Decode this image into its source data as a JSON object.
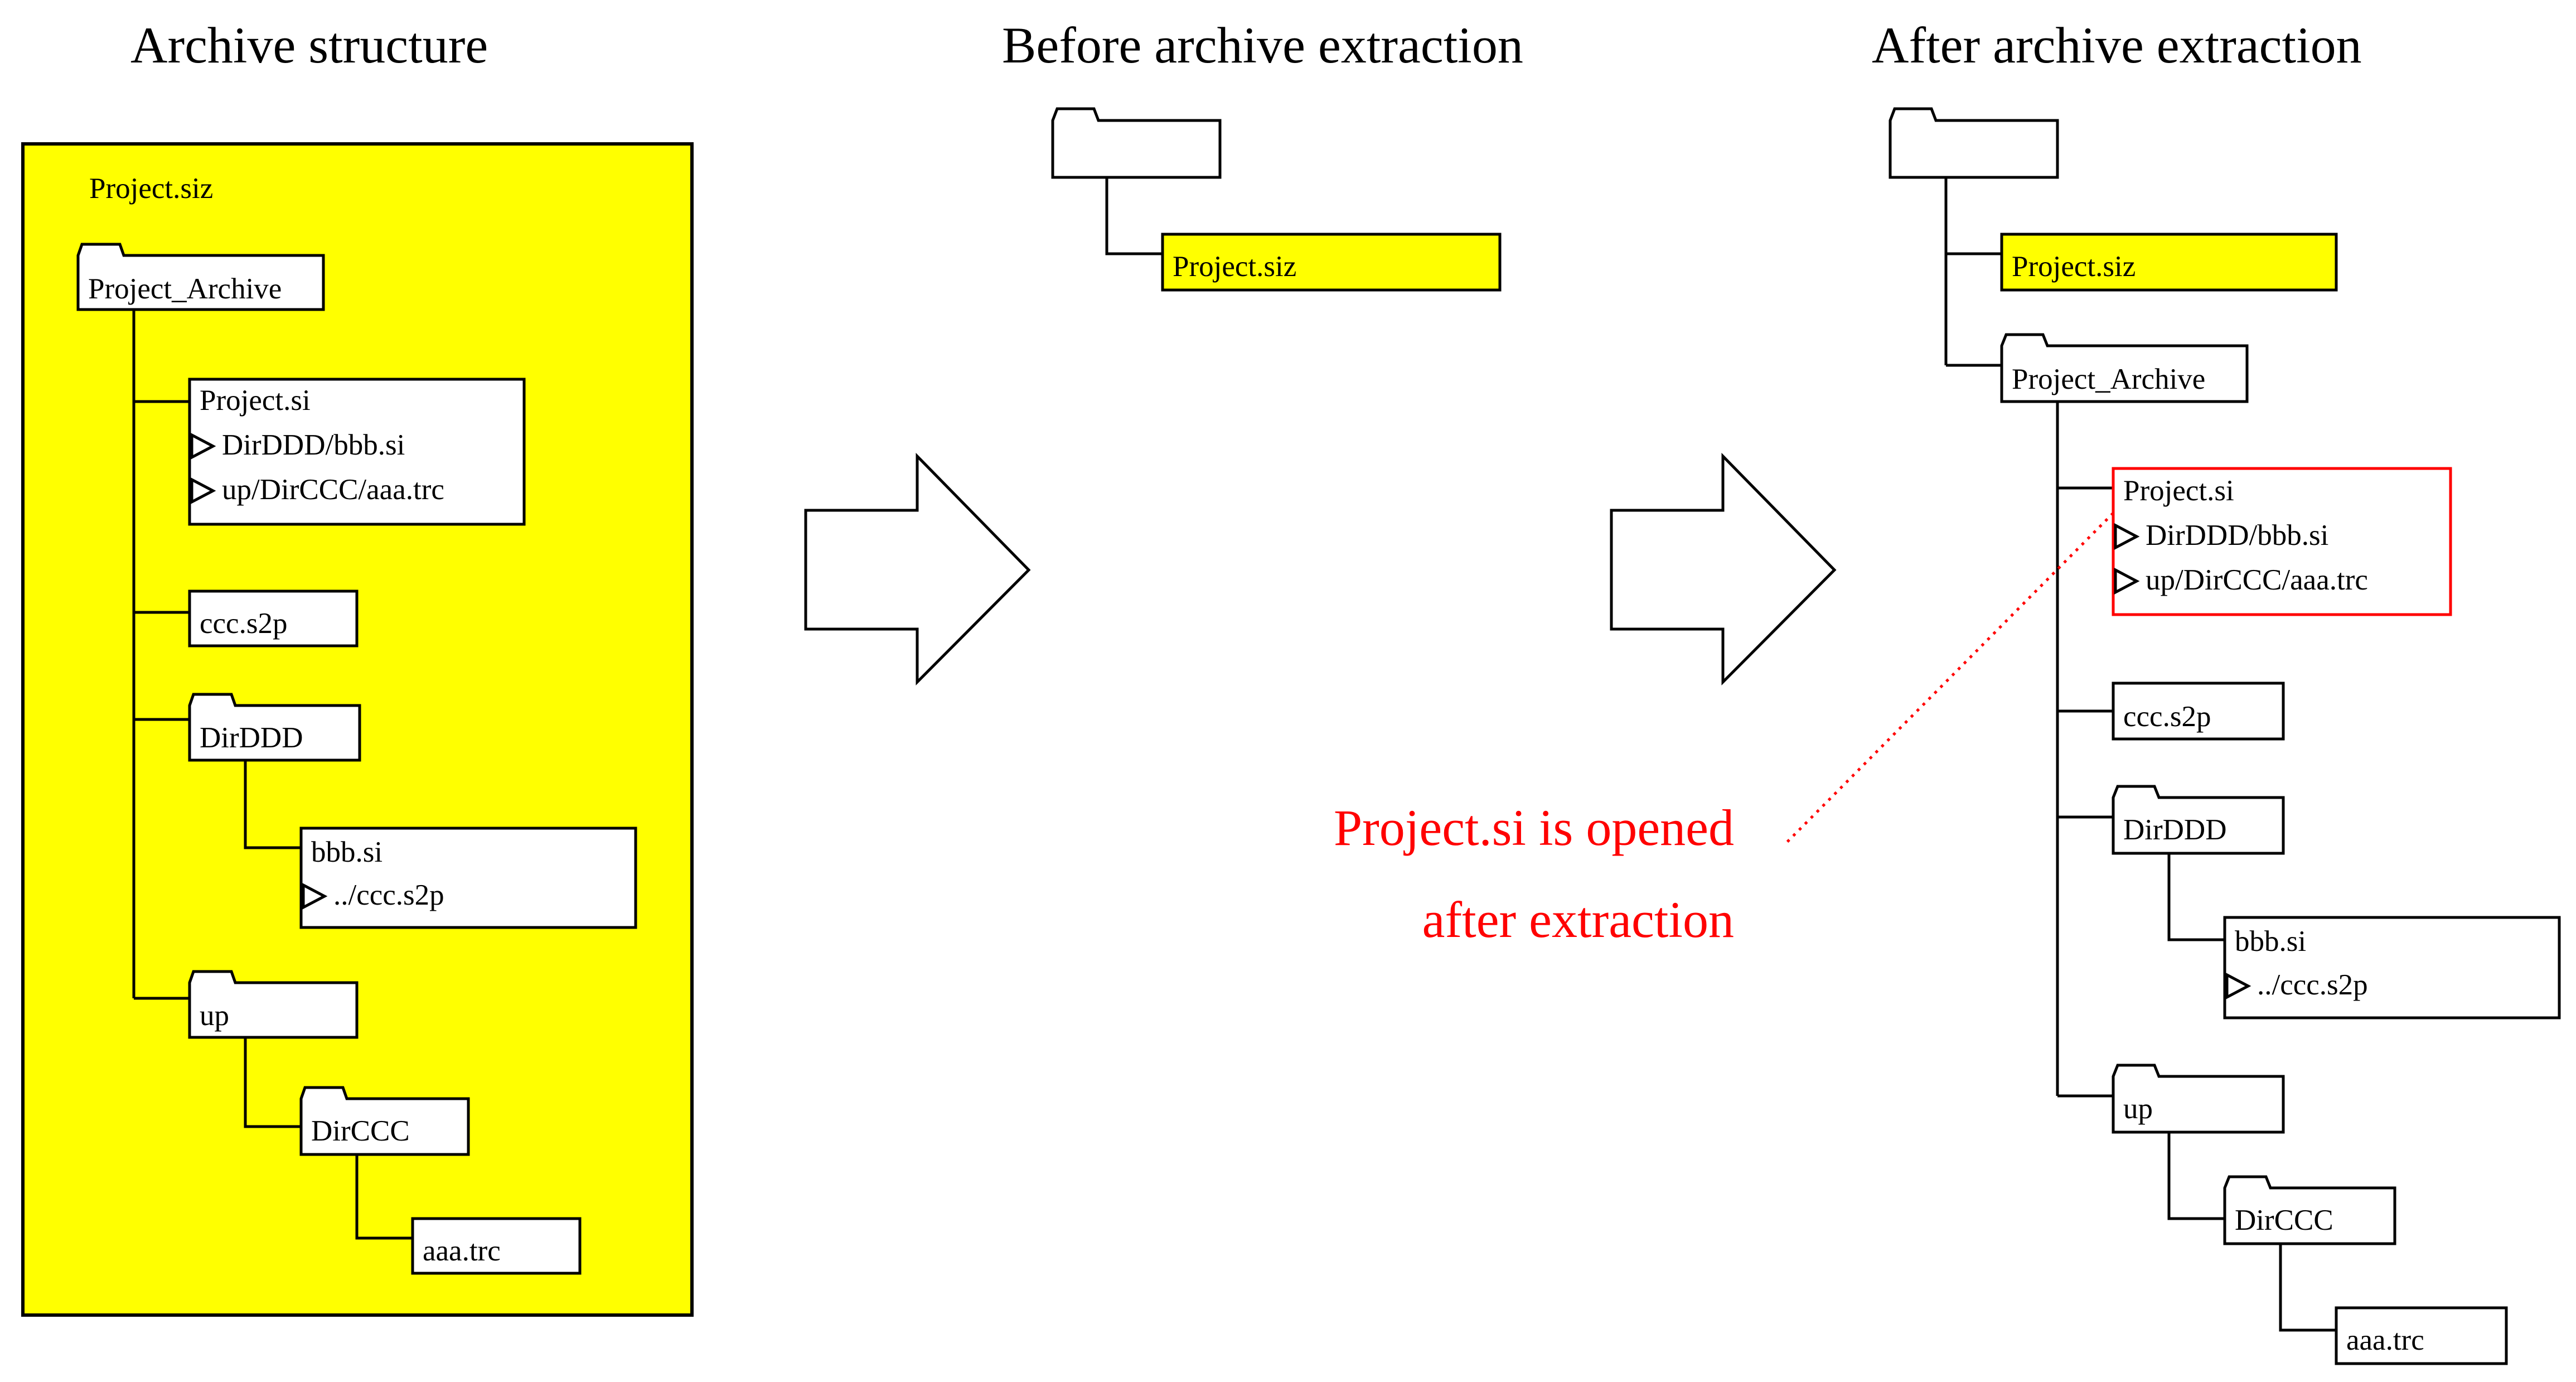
{
  "titles": {
    "archive_structure": "Archive structure",
    "before": "Before archive extraction",
    "after": "After archive extraction"
  },
  "annotation": {
    "line1": "Project.si is opened",
    "line2": "after extraction"
  },
  "colors": {
    "archive_fill": "#ffff00",
    "highlight": "#ff0000",
    "node_fill": "#ffffff",
    "outline": "#000000"
  },
  "archive_panel": {
    "archive_file": "Project.siz",
    "root_folder": "Project_Archive",
    "project_file": {
      "name": "Project.si",
      "refs": [
        "DirDDD/bbb.si",
        "up/DirCCC/aaa.trc"
      ]
    },
    "s2p_file": "ccc.s2p",
    "dir_ddd": "DirDDD",
    "bbb_file": {
      "name": "bbb.si",
      "refs": [
        "../ccc.s2p"
      ]
    },
    "up_folder": "up",
    "dir_ccc": "DirCCC",
    "trc_file": "aaa.trc"
  },
  "before_panel": {
    "archive_file": "Project.siz"
  },
  "after_panel": {
    "archive_file": "Project.siz",
    "root_folder": "Project_Archive",
    "project_file": {
      "name": "Project.si",
      "refs": [
        "DirDDD/bbb.si",
        "up/DirCCC/aaa.trc"
      ]
    },
    "s2p_file": "ccc.s2p",
    "dir_ddd": "DirDDD",
    "bbb_file": {
      "name": "bbb.si",
      "refs": [
        "../ccc.s2p"
      ]
    },
    "up_folder": "up",
    "dir_ccc": "DirCCC",
    "trc_file": "aaa.trc"
  },
  "icons": {
    "folder": "folder-icon",
    "reference": "reference-triangle-icon",
    "arrow": "right-arrow-icon"
  }
}
